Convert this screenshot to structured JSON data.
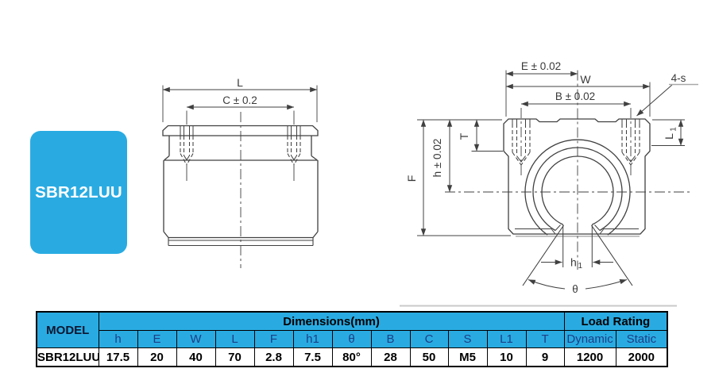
{
  "badge": {
    "label": "SBR12LUU"
  },
  "colors": {
    "accent": "#29ABE2",
    "line": "#404040"
  },
  "drawing": {
    "side_view": {
      "dim_L": "L",
      "dim_C": "C ± 0.2"
    },
    "front_view": {
      "dim_E": "E ± 0.02",
      "dim_W": "W",
      "dim_B": "B ± 0.02",
      "dim_4s": "4-s",
      "dim_T": "T",
      "dim_h": "h ± 0.02",
      "dim_F": "F",
      "dim_L1_main": "L",
      "dim_L1_sub": "1",
      "dim_h1_main": "h",
      "dim_h1_sub": "1",
      "dim_theta": "θ"
    }
  },
  "table": {
    "model_header": "MODEL",
    "dimensions_header": "Dimensions(mm)",
    "load_rating_header": "Load Rating",
    "columns": [
      "h",
      "E",
      "W",
      "L",
      "F",
      "h1",
      "θ",
      "B",
      "C",
      "S",
      "L1",
      "T",
      "Dynamic",
      "Static"
    ],
    "row": {
      "model": "SBR12LUU",
      "values": [
        "17.5",
        "20",
        "40",
        "70",
        "2.8",
        "7.5",
        "80°",
        "28",
        "50",
        "M5",
        "10",
        "9",
        "1200",
        "2000"
      ]
    }
  }
}
